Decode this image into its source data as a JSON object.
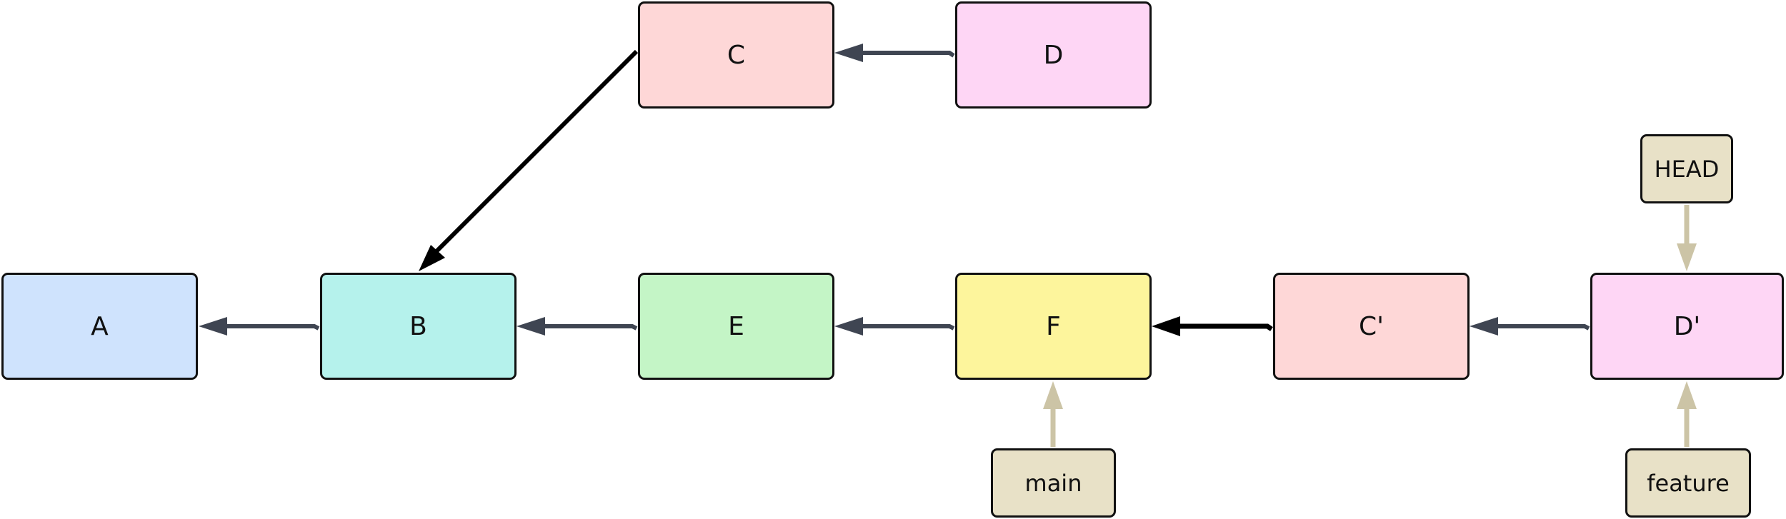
{
  "colors": {
    "A": "#cfe3fd",
    "B": "#b5f2ec",
    "E": "#c4f5c6",
    "F": "#fdf59c",
    "C": "#fed7d7",
    "D": "#fed6f5",
    "C_prime": "#fed7d7",
    "D_prime": "#fed6f5",
    "ref": "#e8e1c7",
    "edge": "#3f4552",
    "edge_emphasis": "#000000",
    "ref_arrow": "#ccc4a6",
    "border": "#111111"
  },
  "commits": {
    "A": "A",
    "B": "B",
    "E": "E",
    "F": "F",
    "C": "C",
    "D": "D",
    "C_prime": "C'",
    "D_prime": "D'"
  },
  "refs": {
    "main": "main",
    "feature": "feature",
    "head": "HEAD"
  }
}
